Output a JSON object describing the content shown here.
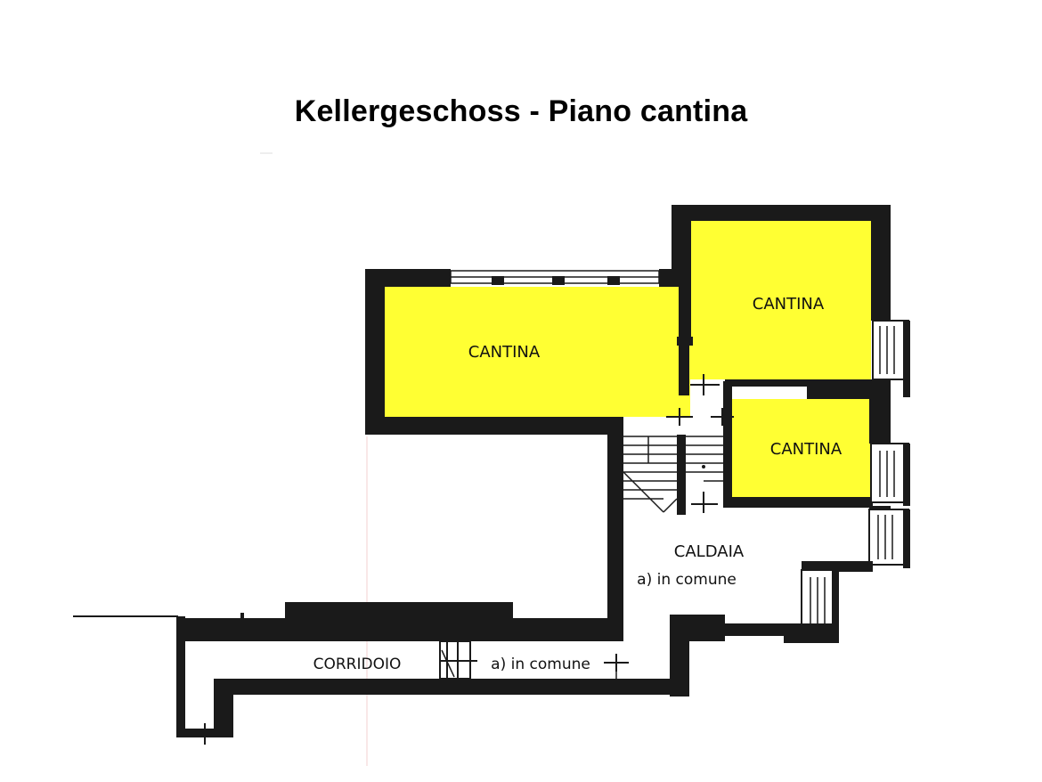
{
  "title": "Kellergeschoss - Piano cantina",
  "colors": {
    "highlight": "#ffff33",
    "wall": "#1a1a1a",
    "background": "#ffffff"
  },
  "rooms": {
    "cantina_left": "CANTINA",
    "cantina_top_right": "CANTINA",
    "cantina_bottom_right": "CANTINA",
    "caldaia": "CALDAIA",
    "caldaia_note": "a) in comune",
    "corridoio": "CORRIDOIO",
    "corridoio_note": "a) in comune"
  }
}
